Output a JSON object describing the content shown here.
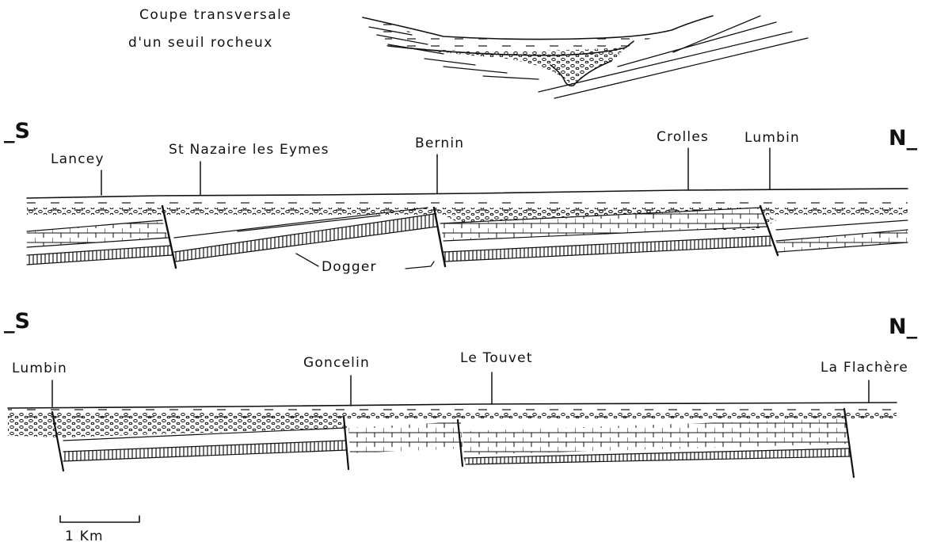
{
  "inset": {
    "title_line1": "Coupe transversale",
    "title_line2": "d'un seuil rocheux"
  },
  "section_top": {
    "left_dir": "_S",
    "right_dir": "N_",
    "places": [
      "Lancey",
      "St Nazaire les Eymes",
      "Bernin",
      "Crolles",
      "Lumbin"
    ],
    "layer_label": "Dogger"
  },
  "section_bottom": {
    "left_dir": "_S",
    "right_dir": "N_",
    "places": [
      "Lumbin",
      "Goncelin",
      "Le Touvet",
      "La Flachère"
    ]
  },
  "scale_bar": {
    "label": "1 Km"
  },
  "colors": {
    "ink": "#111111",
    "paper": "#ffffff"
  }
}
